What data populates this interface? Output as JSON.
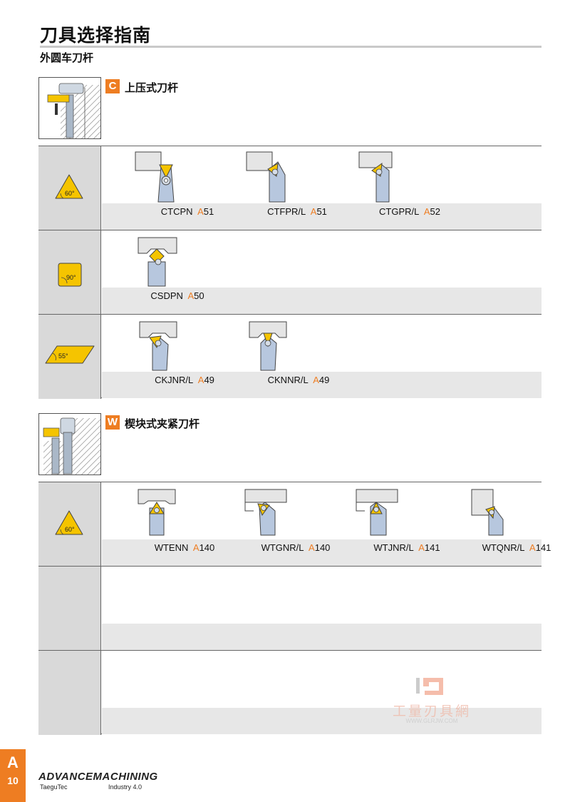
{
  "page": {
    "title": "刀具选择指南",
    "subtitle": "外圆车刀杆"
  },
  "sections": [
    {
      "badge": "C",
      "title": "上压式刀杆",
      "groups": [
        {
          "angle": "60°",
          "items": [
            {
              "code": "CTCPN",
              "ref_letter": "A",
              "ref_page": "51"
            },
            {
              "code": "CTFPR/L",
              "ref_letter": "A",
              "ref_page": "51"
            },
            {
              "code": "CTGPR/L",
              "ref_letter": "A",
              "ref_page": "52"
            }
          ]
        },
        {
          "angle": "90°",
          "items": [
            {
              "code": "CSDPN",
              "ref_letter": "A",
              "ref_page": "50"
            }
          ]
        },
        {
          "angle": "55°",
          "items": [
            {
              "code": "CKJNR/L",
              "ref_letter": "A",
              "ref_page": "49"
            },
            {
              "code": "CKNNR/L",
              "ref_letter": "A",
              "ref_page": "49"
            }
          ]
        }
      ]
    },
    {
      "badge": "W",
      "title": "楔块式夹紧刀杆",
      "groups": [
        {
          "angle": "60°",
          "items": [
            {
              "code": "WTENN",
              "ref_letter": "A",
              "ref_page": "140"
            },
            {
              "code": "WTGNR/L",
              "ref_letter": "A",
              "ref_page": "140"
            },
            {
              "code": "WTJNR/L",
              "ref_letter": "A",
              "ref_page": "141"
            },
            {
              "code": "WTQNR/L",
              "ref_letter": "A",
              "ref_page": "141"
            }
          ]
        }
      ]
    }
  ],
  "watermark": {
    "text": "工量刃具網",
    "url": "WWW.GLRJW.COM"
  },
  "tab": {
    "letter": "A",
    "page": "10"
  },
  "brand": {
    "main": "ADVANCEMACHINING",
    "sub_left": "TaeguTec",
    "sub_right": "Industry 4.0"
  },
  "colors": {
    "accent_orange": "#ee7d22",
    "insert_yellow": "#f5c400",
    "holder_blue": "#b7c7de",
    "side_gray": "#d9d9d9",
    "band_gray": "#e7e7e7"
  }
}
